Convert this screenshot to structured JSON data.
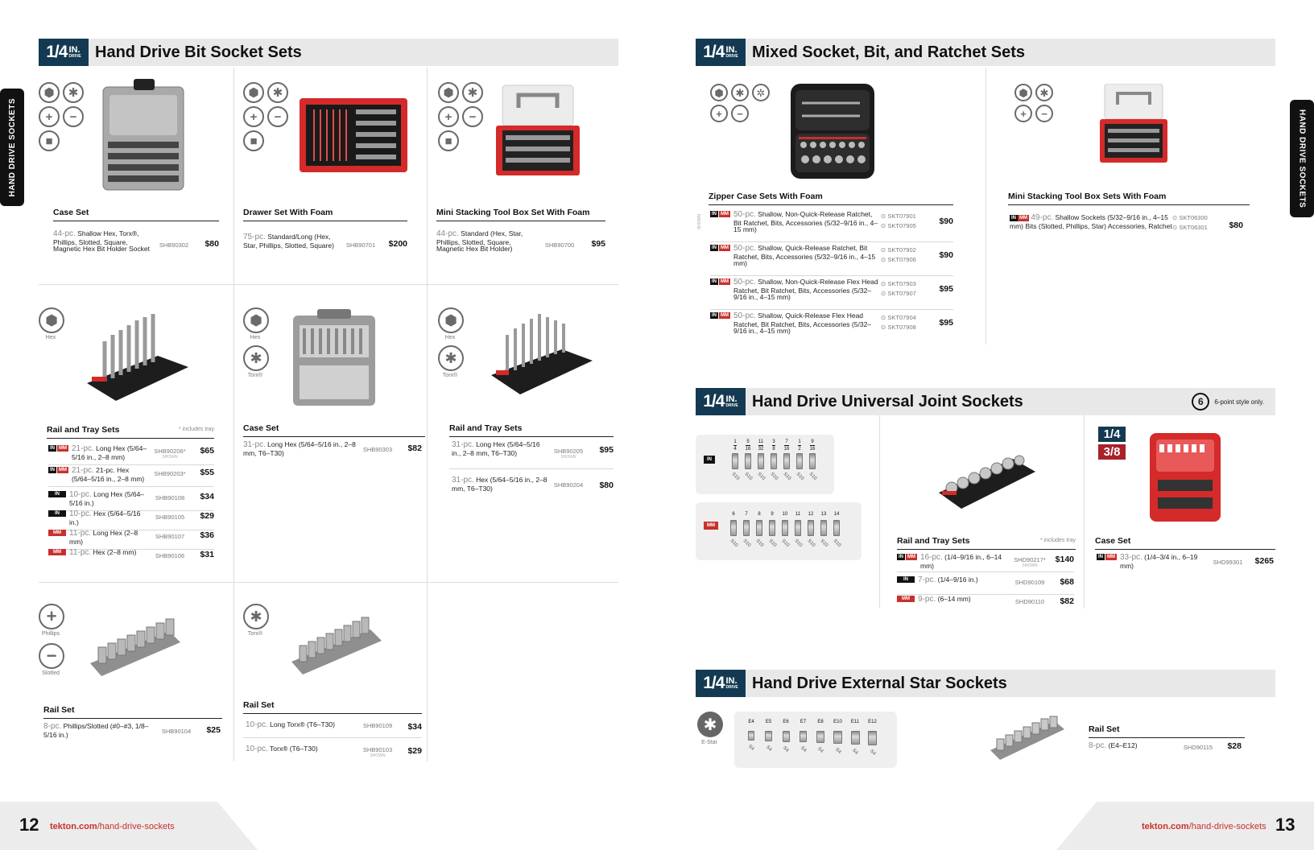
{
  "left_section": {
    "drive": "1/4",
    "drive_unit": "IN.",
    "drive_sub": "DRIVE",
    "title": "Hand Drive Bit Socket Sets"
  },
  "mixed_section": {
    "drive": "1/4",
    "drive_unit": "IN.",
    "drive_sub": "DRIVE",
    "title": "Mixed Socket, Bit, and Ratchet Sets"
  },
  "uj_section": {
    "drive": "1/4",
    "drive_unit": "IN.",
    "drive_sub": "DRIVE",
    "title": "Hand Drive Universal Joint Sockets",
    "note_num": "6",
    "note": "6-point style only."
  },
  "star_section": {
    "drive": "1/4",
    "drive_unit": "IN.",
    "drive_sub": "DRIVE",
    "title": "Hand Drive External Star Sockets"
  },
  "tags": {
    "in": "IN",
    "mm": "MM"
  },
  "icon_labels": {
    "hex": "Hex",
    "torx": "Torx®",
    "phillips": "Phillips",
    "slotted": "Slotted",
    "estar": "E-Star"
  },
  "case_set": {
    "name": "Case Set",
    "pcs": "44-pc.",
    "desc": "Shallow Hex, Torx®, Phillips, Slotted, Square, Magnetic Hex Bit Holder Socket",
    "sku": "SHB90302",
    "price": "$80"
  },
  "drawer_set": {
    "name": "Drawer Set With Foam",
    "pcs": "75-pc.",
    "desc": "Standard/Long (Hex, Star, Phillips, Slotted, Square)",
    "sku": "SHB90701",
    "price": "$200"
  },
  "mini_stack": {
    "name": "Mini Stacking Tool Box Set With Foam",
    "pcs": "44-pc.",
    "desc": "Standard (Hex, Star, Phillips, Slotted, Square, Magnetic Hex Bit Holder)",
    "sku": "SHB90700",
    "price": "$95"
  },
  "rail_tray_1": {
    "name": "Rail and Tray Sets",
    "note": "* includes tray",
    "rows": [
      {
        "pcs": "21-pc.",
        "desc": "Long Hex (5/64–5/16 in., 2–8 mm)",
        "sku": "SHB90206*",
        "shown": "SHOWN",
        "price": "$65"
      },
      {
        "pcs": "21-pc.",
        "desc": "21-pc. Hex (5/64–5/16 in., 2–8 mm)",
        "sku": "SHB90203*",
        "price": "$55"
      },
      {
        "pcs": "10-pc.",
        "desc": "Long Hex (5/64–5/16 in.)",
        "sku": "SHB90108",
        "price": "$34"
      },
      {
        "pcs": "10-pc.",
        "desc": "Hex (5/64–5/16 in.)",
        "sku": "SHB90105",
        "price": "$29"
      },
      {
        "pcs": "11-pc.",
        "desc": "Long Hex (2–8 mm)",
        "sku": "SHB90107",
        "price": "$36"
      },
      {
        "pcs": "11-pc.",
        "desc": "Hex (2–8 mm)",
        "sku": "SHB90106",
        "price": "$31"
      }
    ]
  },
  "case_set_2": {
    "name": "Case Set",
    "pcs": "31-pc.",
    "desc": "Long Hex (5/64–5/16 in., 2–8 mm, T6–T30)",
    "sku": "SHB90303",
    "price": "$82"
  },
  "rail_tray_2": {
    "name": "Rail and Tray Sets",
    "rows": [
      {
        "pcs": "31-pc.",
        "desc": "Long Hex (5/64–5/16 in., 2–8 mm, T6–T30)",
        "sku": "SHB90205",
        "shown": "SHOWN",
        "price": "$95"
      },
      {
        "pcs": "31-pc.",
        "desc": "Hex (5/64–5/16 in., 2–8 mm, T6–T30)",
        "sku": "SHB90204",
        "price": "$80"
      }
    ]
  },
  "rail_set_1": {
    "name": "Rail Set",
    "pcs": "8-pc.",
    "desc": "Phillips/Slotted (#0–#3, 1/8–5/16 in.)",
    "sku": "SHB90104",
    "price": "$25"
  },
  "rail_set_2": {
    "name": "Rail Set",
    "rows": [
      {
        "pcs": "10-pc.",
        "desc": "Long Torx® (T6–T30)",
        "sku": "SHB90109",
        "price": "$34"
      },
      {
        "pcs": "10-pc.",
        "desc": "Torx® (T6–T30)",
        "sku": "SHB90103",
        "shown": "SHOWN",
        "price": "$29"
      }
    ]
  },
  "zipper": {
    "name": "Zipper Case Sets With Foam",
    "shown": "SHOWN",
    "rows": [
      {
        "pcs": "50-pc.",
        "desc": "Shallow, Non-Quick-Release Ratchet, Bit Ratchet, Bits, Accessories (5/32–9/16 in., 4–15 mm)",
        "sku1": "SKT07901",
        "sku2": "SKT07905",
        "price": "$90"
      },
      {
        "pcs": "50-pc.",
        "desc": "Shallow, Quick-Release Ratchet, Bit Ratchet, Bits, Accessories (5/32–9/16 in., 4–15 mm)",
        "sku1": "SKT07902",
        "sku2": "SKT07906",
        "price": "$90"
      },
      {
        "pcs": "50-pc.",
        "desc": "Shallow, Non-Quick-Release Flex Head Ratchet, Bit Ratchet, Bits, Accessories (5/32–9/16 in., 4–15 mm)",
        "sku1": "SKT07903",
        "sku2": "SKT07907",
        "price": "$95"
      },
      {
        "pcs": "50-pc.",
        "desc": "Shallow, Quick-Release Flex Head Ratchet, Bit Ratchet, Bits, Accessories (5/32–9/16 in., 4–15 mm)",
        "sku1": "SKT07904",
        "sku2": "SKT07908",
        "price": "$95"
      }
    ]
  },
  "mini_stack_2": {
    "name": "Mini Stacking Tool Box Sets With Foam",
    "pcs": "49-pc.",
    "desc": "Shallow Sockets (5/32–9/16 in., 4–15 mm) Bits (Slotted, Phillips, Star) Accessories, Ratchet",
    "sku1": "SKT06300",
    "sku2": "SKT06301",
    "price": "$80"
  },
  "uj_chart": {
    "in_sizes": [
      {
        "n": "1",
        "d": "4"
      },
      {
        "n": "5",
        "d": "16"
      },
      {
        "n": "11",
        "d": "32"
      },
      {
        "n": "3",
        "d": "8"
      },
      {
        "n": "7",
        "d": "16"
      },
      {
        "n": "1",
        "d": "2"
      },
      {
        "n": "9",
        "d": "16"
      }
    ],
    "mm_sizes": [
      "6",
      "7",
      "8",
      "9",
      "10",
      "11",
      "12",
      "13",
      "14"
    ],
    "len": "S10"
  },
  "uj_rail": {
    "name": "Rail and Tray Sets",
    "note": "* includes tray",
    "rows": [
      {
        "pcs": "16-pc.",
        "desc": "(1/4–9/16 in., 6–14 mm)",
        "sku": "SHD90217*",
        "shown": "SHOWN",
        "price": "$140"
      },
      {
        "pcs": "7-pc.",
        "desc": "(1/4–9/16 in.)",
        "sku": "SHD90109",
        "price": "$68"
      },
      {
        "pcs": "9-pc.",
        "desc": "(6–14 mm)",
        "sku": "SHD90110",
        "price": "$82"
      }
    ]
  },
  "uj_case": {
    "badge1": "1/4",
    "badge2": "3/8",
    "name": "Case Set",
    "pcs": "33-pc.",
    "desc": "(1/4–3/4 in., 6–19 mm)",
    "sku": "SHD99301",
    "price": "$265"
  },
  "star_chart": {
    "sizes": [
      "E4",
      "E5",
      "E6",
      "E7",
      "E8",
      "E10",
      "E11",
      "E12"
    ],
    "len": "S4"
  },
  "star_rail": {
    "name": "Rail Set",
    "pcs": "8-pc.",
    "desc": "(E4–E12)",
    "sku": "SHD90115",
    "price": "$28"
  },
  "footer": {
    "left_page": "12",
    "right_page": "13",
    "domain": "tekton.com",
    "path": "/hand-drive-sockets"
  },
  "side_tab": "HAND DRIVE SOCKETS",
  "colors": {
    "navy": "#133a52",
    "red": "#c9302c"
  }
}
